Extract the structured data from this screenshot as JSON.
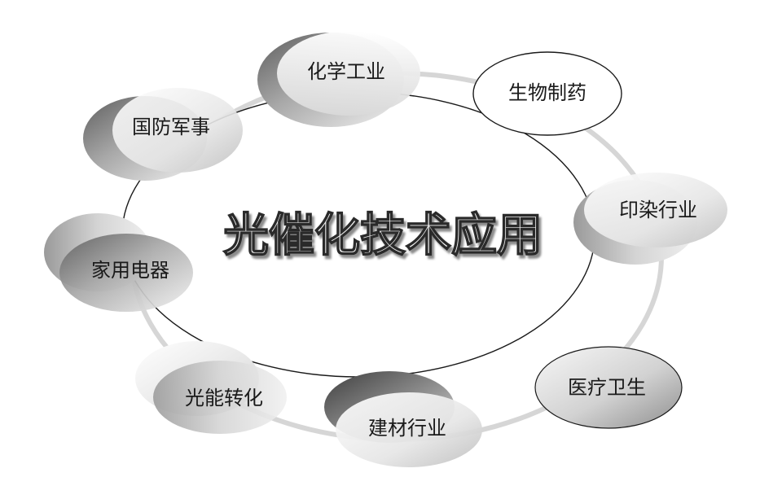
{
  "center": {
    "title": "光催化技术应用"
  },
  "nodes": {
    "chemical": "化学工业",
    "bio_pharma": "生物制药",
    "dyeing": "印染行业",
    "medical": "医疗卫生",
    "building": "建材行业",
    "solar": "光能转化",
    "appliance": "家用电器",
    "defense": "国防军事"
  },
  "colors": {
    "outer_ring": "#d6d6d6",
    "center_stroke": "#1a1a1a",
    "text": "#1a1a1a"
  }
}
